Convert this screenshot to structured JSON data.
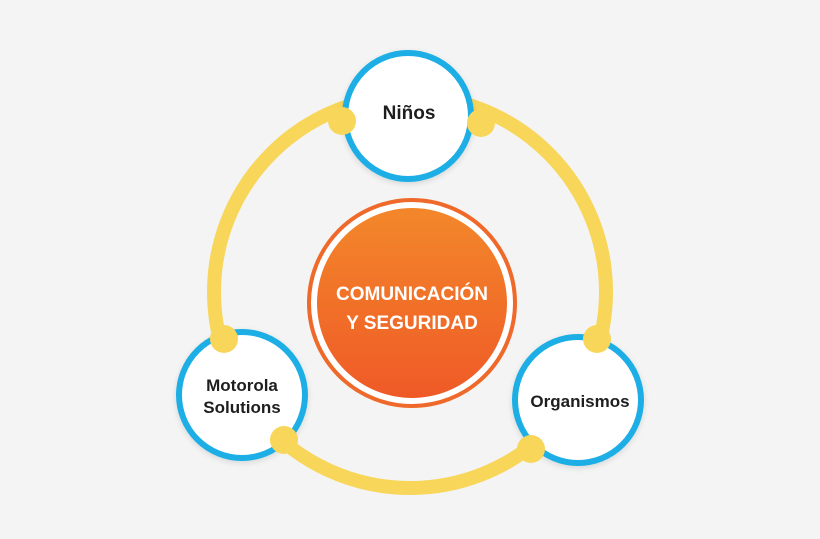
{
  "diagram": {
    "center": {
      "line1": "COMUNICACIÓN",
      "line2": "Y SEGURIDAD"
    },
    "nodes": {
      "top": {
        "label": "Niños"
      },
      "left": {
        "line1": "Motorola",
        "line2": "Solutions"
      },
      "right": {
        "label": "Organismos"
      }
    }
  },
  "colors": {
    "background": "#f4f4f4",
    "ring": "#f7d65a",
    "node_border": "#1aaee5",
    "node_fill": "#ffffff",
    "center_top": "#f3872a",
    "center_bottom": "#ef5a27",
    "center_border": "#ef6a2a"
  }
}
